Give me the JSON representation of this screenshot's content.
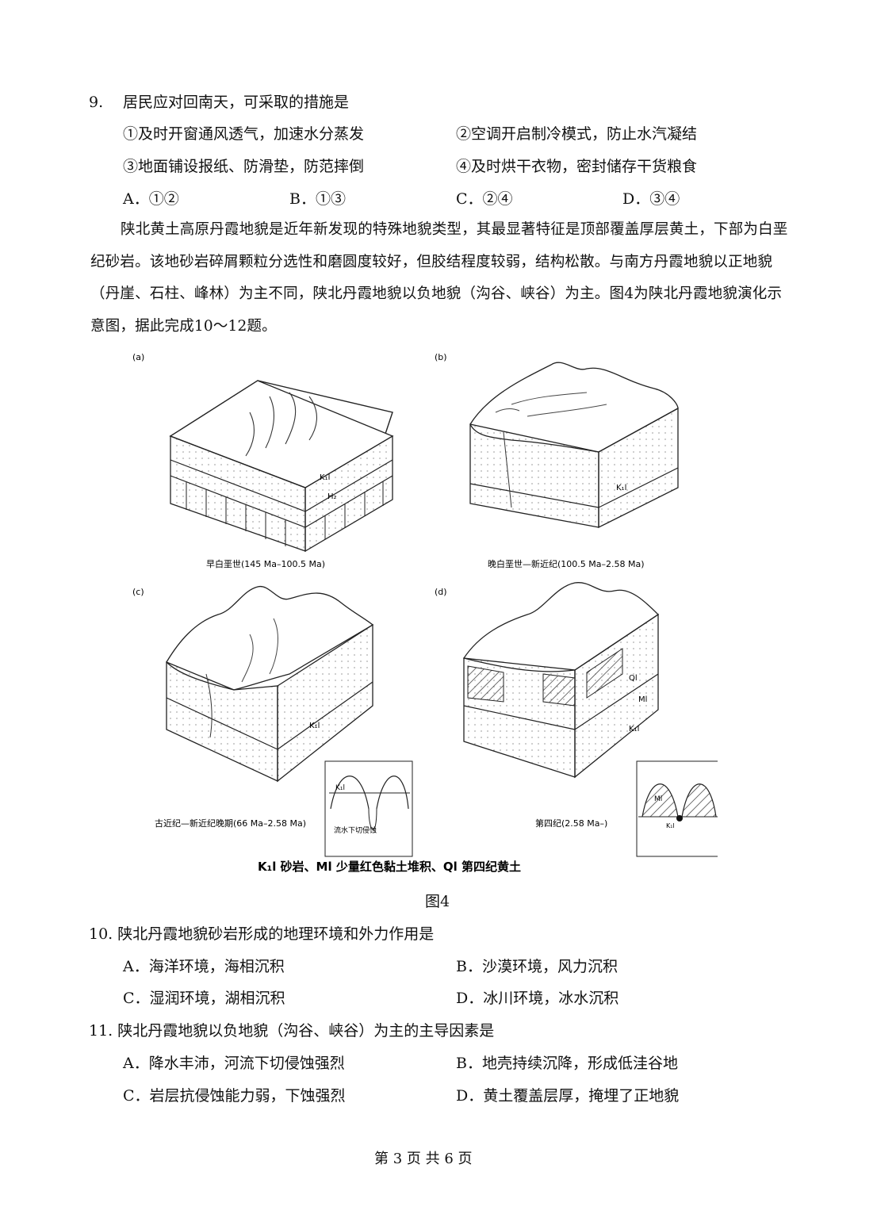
{
  "q9": {
    "num": "9.",
    "stem": "居民应对回南天，可采取的措施是",
    "opt1": "①及时开窗通风透气，加速水分蒸发",
    "opt2": "②空调开启制冷模式，防止水汽凝结",
    "opt3": "③地面铺设报纸、防滑垫，防范摔倒",
    "opt4": "④及时烘干衣物，密封储存干货粮食",
    "A": "A．①②",
    "B": "B．①③",
    "C": "C．②④",
    "D": "D．③④"
  },
  "passage": {
    "text": "陕北黄土高原丹霞地貌是近年新发现的特殊地貌类型，其最显著特征是顶部覆盖厚层黄土，下部为白垩纪砂岩。该地砂岩碎屑颗粒分选性和磨圆度较好，但胶结程度较弱，结构松散。与南方丹霞地貌以正地貌（丹崖、石柱、峰林）为主不同，陕北丹霞地貌以负地貌（沟谷、峡谷）为主。图4为陕北丹霞地貌演化示意图，据此完成10～12题。"
  },
  "figure": {
    "panels": [
      {
        "tag": "(a)",
        "caption": "早白垩世(145 Ma–100.5 Ma)",
        "labels": [
          "K₁l",
          "H₂"
        ]
      },
      {
        "tag": "(b)",
        "caption": "晚白垩世—新近纪(100.5 Ma–2.58 Ma)",
        "labels": [
          "K₁l"
        ]
      },
      {
        "tag": "(c)",
        "caption": "古近纪—新近纪晚期(66 Ma–2.58 Ma)",
        "labels": [
          "K₁l"
        ],
        "inset_label": "K₁l",
        "inset_note": "流水下切侵蚀"
      },
      {
        "tag": "(d)",
        "caption": "第四纪(2.58 Ma–)",
        "labels": [
          "Ql",
          "Ml",
          "K₁l"
        ],
        "inset_label": "Ml",
        "inset_label2": "K₁l"
      }
    ],
    "legend": "K₁l 砂岩、Ml 少量红色黏土堆积、Ql 第四纪黄土",
    "title": "图4"
  },
  "q10": {
    "stem": "10.  陕北丹霞地貌砂岩形成的地理环境和外力作用是",
    "A": "A．海洋环境，海相沉积",
    "B": "B．沙漠环境，风力沉积",
    "C": "C．湿润环境，湖相沉积",
    "D": "D．冰川环境，冰水沉积"
  },
  "q11": {
    "stem": "11.  陕北丹霞地貌以负地貌（沟谷、峡谷）为主的主导因素是",
    "A": "A．降水丰沛，河流下切侵蚀强烈",
    "B": "B．地壳持续沉降，形成低洼谷地",
    "C": "C．岩层抗侵蚀能力弱，下蚀强烈",
    "D": "D．黄土覆盖层厚，掩埋了正地貌"
  },
  "footer": "第 3 页 共 6 页"
}
